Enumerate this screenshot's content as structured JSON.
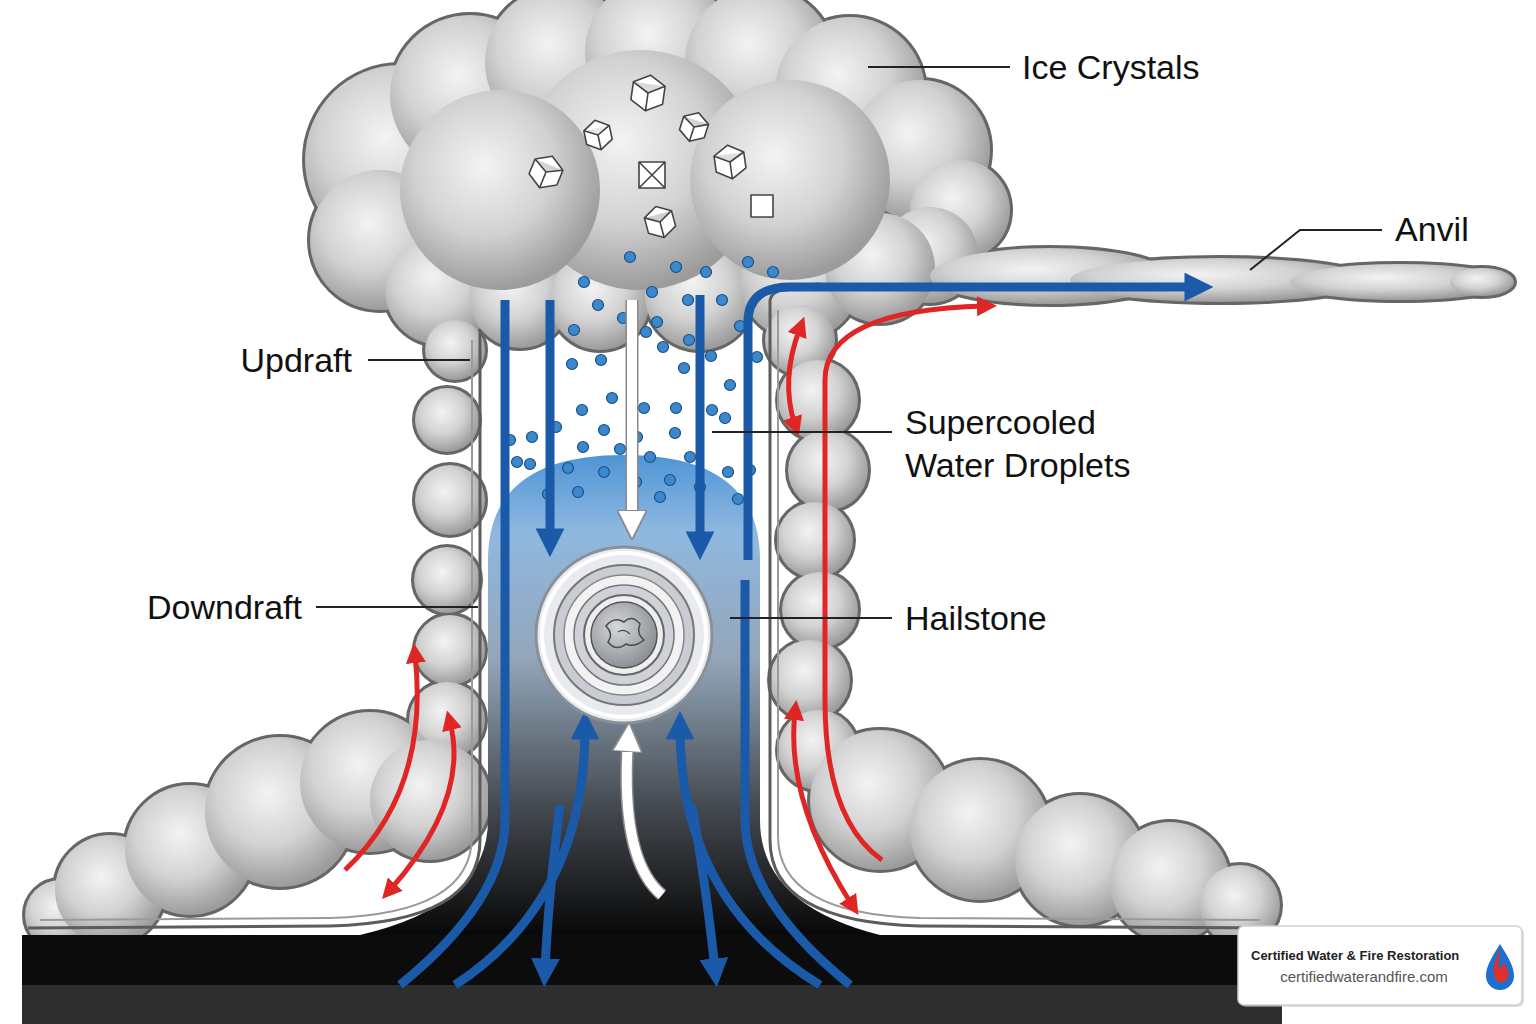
{
  "diagram": {
    "labels": [
      "Ice Crystals",
      "Anvil",
      "Updraft",
      "Supercooled Water Droplets",
      "Downdraft",
      "Hailstone",
      "Certified Water & Fire Restoration",
      "certifiedwaterandfire.com"
    ]
  }
}
